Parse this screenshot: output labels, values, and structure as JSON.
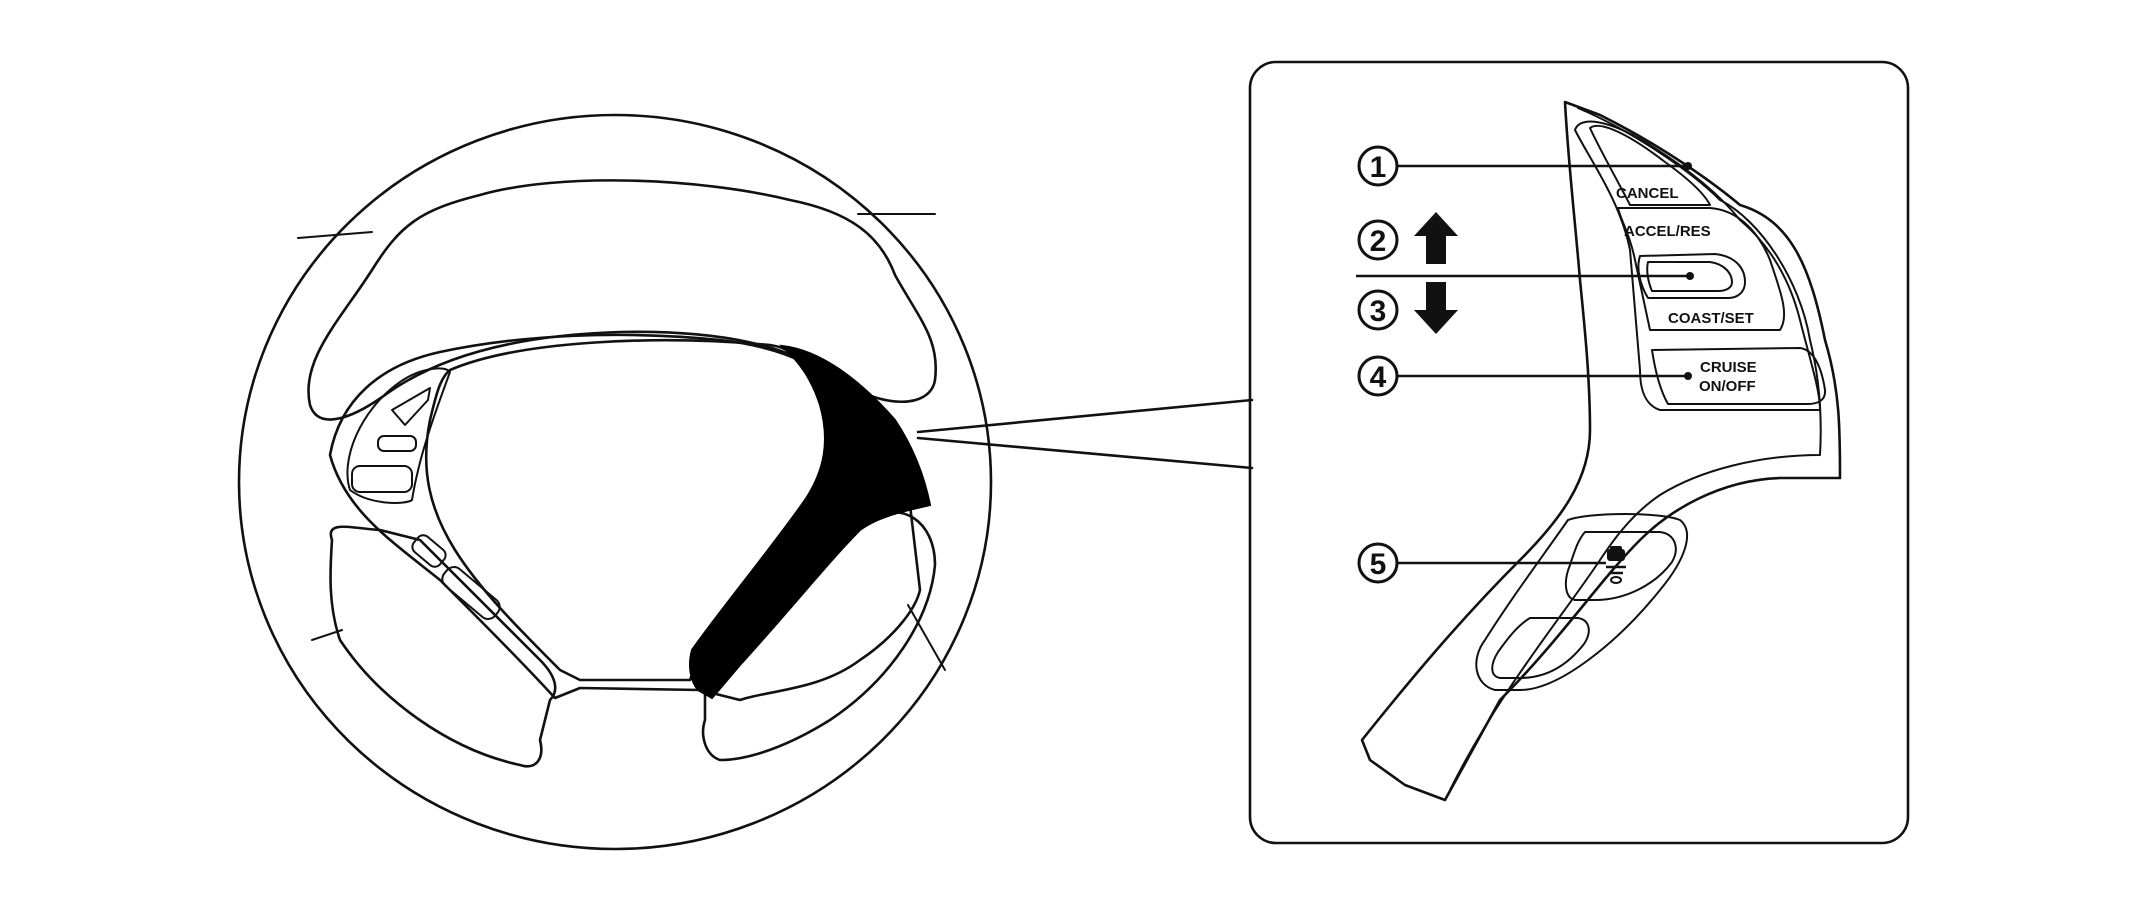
{
  "callouts": [
    {
      "number": "1",
      "label": "CANCEL"
    },
    {
      "number": "2",
      "label": "ACCEL/RES",
      "direction": "up"
    },
    {
      "number": "3",
      "label": "COAST/SET",
      "direction": "down"
    },
    {
      "number": "4",
      "label": "CRUISE ON/OFF"
    },
    {
      "number": "5",
      "label": "",
      "icon": "distance-control-icon"
    }
  ],
  "buttons": {
    "cancel": "CANCEL",
    "accel_res": "ACCEL/RES",
    "coast_set": "COAST/SET",
    "cruise_line1": "CRUISE",
    "cruise_line2": "ON/OFF"
  }
}
